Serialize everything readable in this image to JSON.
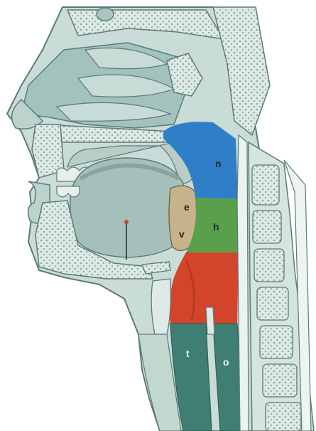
{
  "colors": {
    "background": "#ffffff",
    "nasopharynx": "#2f7fc8",
    "oropharynx": "#5aa04c",
    "laryngopharynx": "#d2452a",
    "trachea": "#3f7f73",
    "esophagus": "#3f7f73",
    "bone": "#b9d2cc",
    "cartilage": "#dfeae6",
    "outline": "#5c7b78"
  },
  "labels": {
    "n": "n",
    "h": "h",
    "v": "v",
    "t": "t",
    "o": "o",
    "e": "e"
  }
}
